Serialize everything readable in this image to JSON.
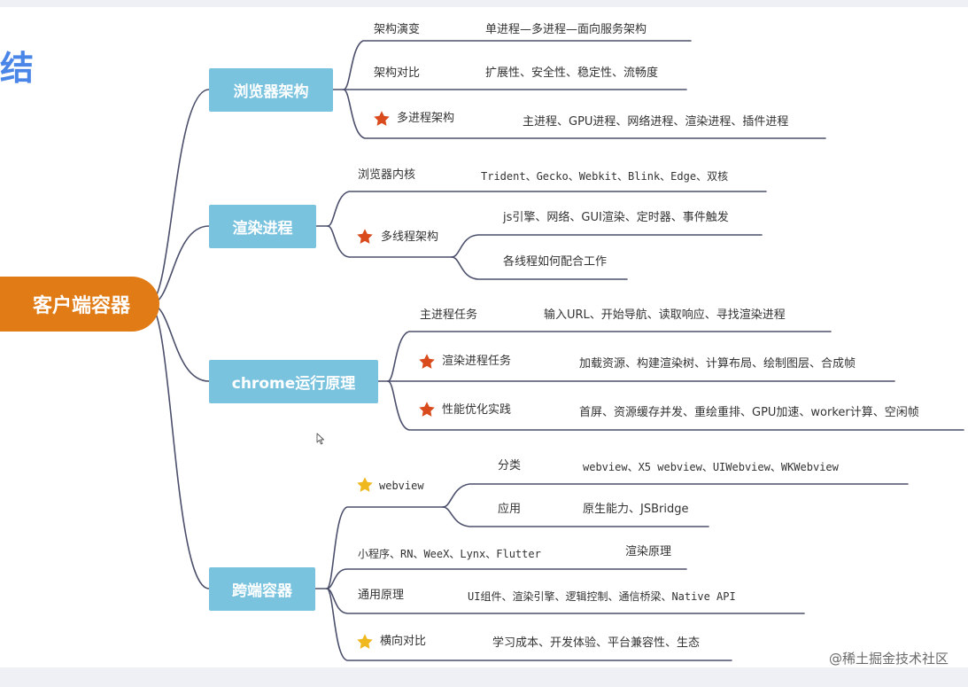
{
  "heading": "结",
  "root": {
    "label": "客户端容器"
  },
  "branches": [
    {
      "label": "浏览器架构",
      "items": [
        {
          "label": "架构演变",
          "detail": "单进程—多进程—面向服务架构"
        },
        {
          "label": "架构对比",
          "detail": "扩展性、安全性、稳定性、流畅度"
        },
        {
          "label": "多进程架构",
          "detail": "主进程、GPU进程、网络进程、渲染进程、插件进程",
          "star": "red"
        }
      ]
    },
    {
      "label": "渲染进程",
      "items": [
        {
          "label": "浏览器内核",
          "detail": "Trident、Gecko、Webkit、Blink、Edge、双核"
        },
        {
          "label": "多线程架构",
          "star": "red",
          "children": [
            {
              "label": "js引擎、网络、GUI渲染、定时器、事件触发"
            },
            {
              "label": "各线程如何配合工作"
            }
          ]
        }
      ]
    },
    {
      "label": "chrome运行原理",
      "items": [
        {
          "label": "主进程任务",
          "detail": "输入URL、开始导航、读取响应、寻找渲染进程"
        },
        {
          "label": "渲染进程任务",
          "detail": "加载资源、构建渲染树、计算布局、绘制图层、合成帧",
          "star": "red"
        },
        {
          "label": "性能优化实践",
          "detail": "首屏、资源缓存并发、重绘重排、GPU加速、worker计算、空闲帧",
          "star": "red"
        }
      ]
    },
    {
      "label": "跨端容器",
      "items": [
        {
          "label": "webview",
          "star": "gold",
          "children": [
            {
              "label": "分类",
              "detail": "webview、X5 webview、UIWebview、WKWebview"
            },
            {
              "label": "应用",
              "detail": "原生能力、JSBridge"
            }
          ]
        },
        {
          "label": "小程序、RN、WeeX、Lynx、Flutter",
          "detail": "渲染原理"
        },
        {
          "label": "通用原理",
          "detail": "UI组件、渲染引擎、逻辑控制、通信桥梁、Native API"
        },
        {
          "label": "横向对比",
          "detail": "学习成本、开发体验、平台兼容性、生态",
          "star": "gold"
        }
      ]
    }
  ],
  "colors": {
    "root": "#e07b16",
    "branch": "#79c3df",
    "line": "#4b4f6b",
    "star_red": "#d94a1c",
    "star_gold": "#efb81e",
    "heading": "#4a86e8"
  },
  "watermark": "@稀土掘金技术社区"
}
